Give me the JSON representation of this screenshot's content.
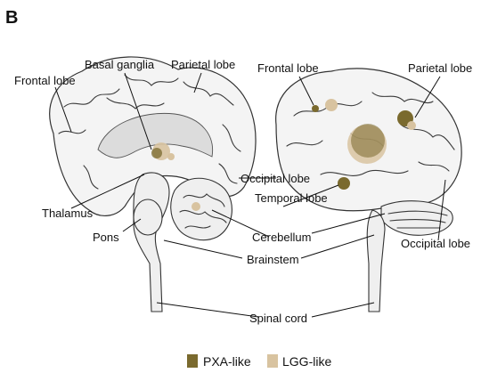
{
  "panel_letter": "B",
  "labels": {
    "frontal_left": "Frontal lobe",
    "basal_ganglia": "Basal ganglia",
    "parietal_left": "Parietal lobe",
    "frontal_right": "Frontal lobe",
    "parietal_right": "Parietal lobe",
    "occipital_center": "Occipital lobe",
    "temporal": "Temporal lobe",
    "thalamus": "Thalamus",
    "pons": "Pons",
    "cerebellum": "Cerebellum",
    "brainstem": "Brainstem",
    "occipital_right": "Occipital lobe",
    "spinal_cord": "Spinal cord"
  },
  "legend": [
    {
      "label": "PXA-like",
      "color": "#7a6a2e"
    },
    {
      "label": "LGG-like",
      "color": "#d8c3a0"
    }
  ],
  "colors": {
    "pxa": "#7a6a2e",
    "lgg": "#d8c3a0"
  }
}
